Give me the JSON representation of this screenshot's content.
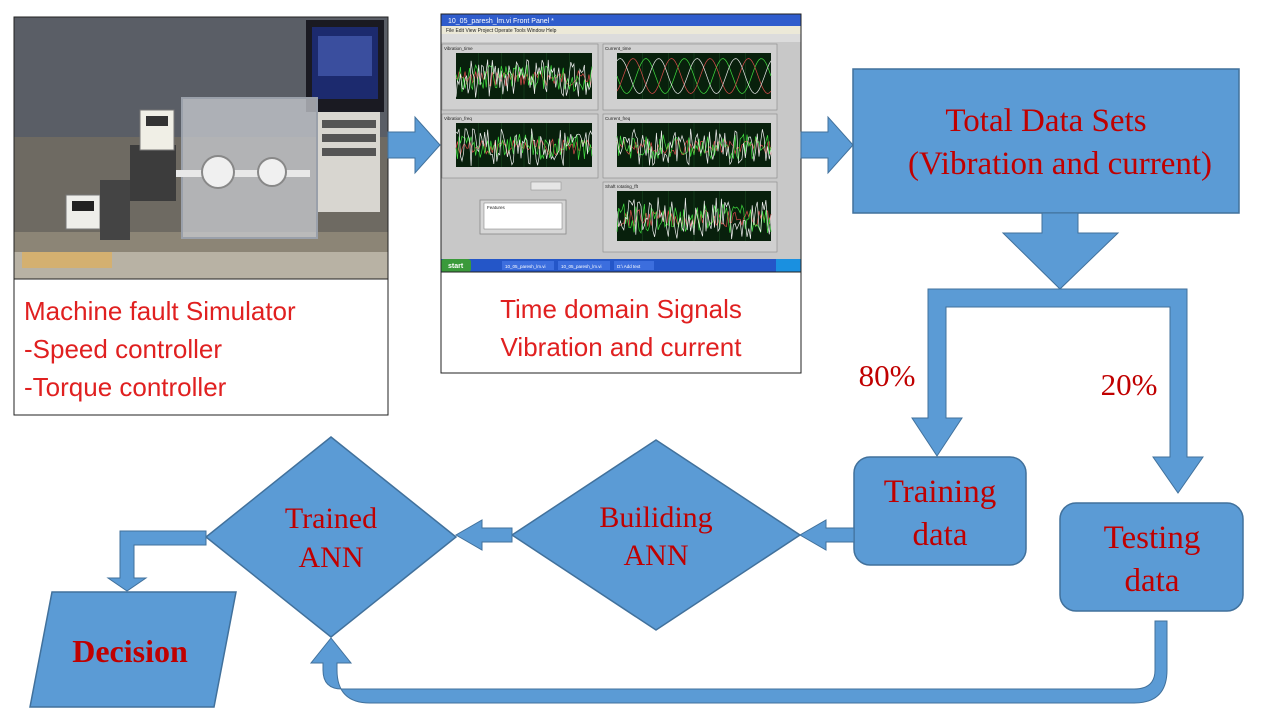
{
  "simulator": {
    "caption_lines": [
      "Machine fault Simulator",
      "-Speed controller",
      "-Torque controller"
    ]
  },
  "signals": {
    "caption_lines": [
      "Time domain Signals",
      "Vibration and current"
    ],
    "window_title": "10_05_paresh_lm.vi Front Panel *",
    "menu_items": [
      "File",
      "Edit",
      "View",
      "Project",
      "Operate",
      "Tools",
      "Window",
      "Help"
    ],
    "panel_titles": [
      "Vibration_time",
      "Current_time",
      "Vibration_freq",
      "Current_freq",
      "Shaft rotating_fft"
    ],
    "table_header": "Features",
    "start_label": "start",
    "taskbar_items": [
      "10_05_paresh_lm.vi",
      "10_05_paresh_lm.vi",
      "D:\\ Add text"
    ]
  },
  "total": {
    "lines": [
      "Total Data Sets",
      "(Vibration and current)"
    ]
  },
  "split": {
    "train_pct": "80%",
    "test_pct": "20%"
  },
  "training": {
    "lines": [
      "Training",
      "data"
    ]
  },
  "testing": {
    "lines": [
      "Testing",
      "data"
    ]
  },
  "building": {
    "lines": [
      "Builiding",
      "ANN"
    ]
  },
  "trained": {
    "lines": [
      "Trained",
      "ANN"
    ]
  },
  "decision": {
    "label": "Decision"
  },
  "colors": {
    "flow_blue": "#5b9bd5",
    "flow_stroke": "#41719c",
    "label_red": "#c00000",
    "caption_red": "#e02020"
  }
}
